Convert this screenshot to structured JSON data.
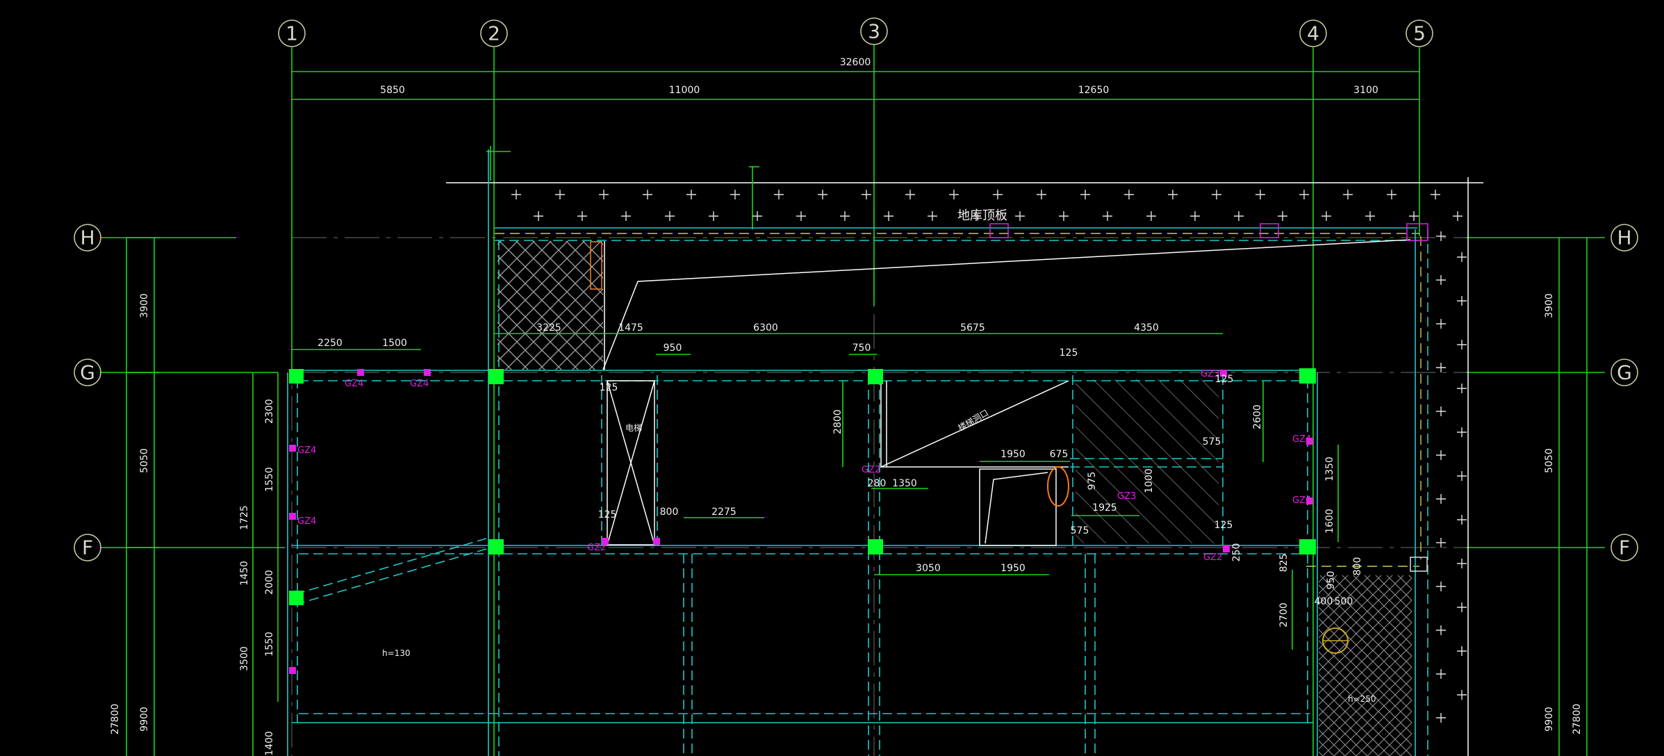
{
  "axes": {
    "columns": [
      "1",
      "2",
      "3",
      "4",
      "5"
    ],
    "rows": [
      "H",
      "G",
      "F"
    ]
  },
  "dimensions": {
    "overall_top": "32600",
    "top_segments": [
      "5850",
      "11000",
      "12650",
      "3100"
    ],
    "left_outer": [
      "27800"
    ],
    "left_inner": [
      "3900",
      "5050",
      "9900"
    ],
    "left_detail": [
      "2300",
      "1550",
      "1725",
      "1450",
      "2000",
      "1550",
      "3500",
      "1400"
    ],
    "right_inner": [
      "3900",
      "5050",
      "9900"
    ],
    "right_outer": [
      "27800"
    ],
    "g_row_left": [
      "2250",
      "1500"
    ],
    "g_row_mid": [
      "3225",
      "1475",
      "6300",
      "5675",
      "4350"
    ],
    "interior": [
      "950",
      "750",
      "125",
      "2800",
      "2600",
      "1950",
      "675",
      "280",
      "1350",
      "575",
      "975",
      "1925",
      "1000",
      "125",
      "575",
      "1350",
      "1600",
      "800",
      "2275",
      "3050",
      "1950",
      "825",
      "2700",
      "400",
      "500",
      "950",
      "800",
      "125",
      "125",
      "250",
      "125"
    ]
  },
  "labels": {
    "top_note": "地库顶板",
    "slab_left": "h=130",
    "slab_right": "h=250",
    "shaft": "电梯",
    "diag_note": "楼梯洞口"
  },
  "tags": [
    "GZ4",
    "GZ4",
    "GZ4",
    "GZ4",
    "GZ4",
    "GZ4",
    "GZ2",
    "GZ2",
    "GZ3",
    "GZ3",
    "GZ2"
  ]
}
